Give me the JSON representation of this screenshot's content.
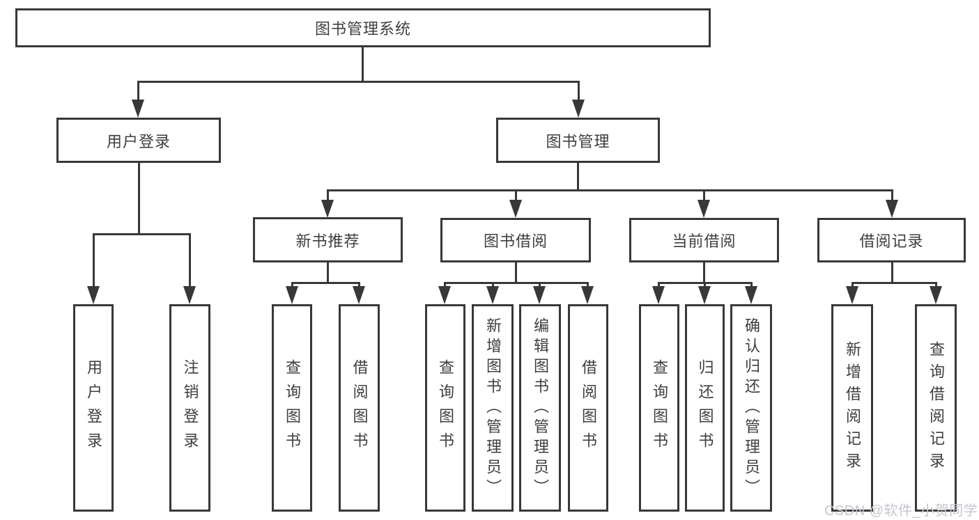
{
  "diagram": {
    "title": "图书管理系统",
    "colors": {
      "line": "#383838",
      "text": "#3e3e3e",
      "background": "#ffffff",
      "watermark": "#c6c6cd"
    },
    "tree": {
      "label": "图书管理系统",
      "children": [
        {
          "label": "用户登录",
          "children": [
            {
              "label": "用户登录"
            },
            {
              "label": "注销登录"
            }
          ]
        },
        {
          "label": "图书管理",
          "children": [
            {
              "label": "新书推荐",
              "children": [
                {
                  "label": "查询图书"
                },
                {
                  "label": "借阅图书"
                }
              ]
            },
            {
              "label": "图书借阅",
              "children": [
                {
                  "label": "查询图书"
                },
                {
                  "label": "新增图书（管理员）"
                },
                {
                  "label": "编辑图书（管理员）"
                },
                {
                  "label": "借阅图书"
                }
              ]
            },
            {
              "label": "当前借阅",
              "children": [
                {
                  "label": "查询图书"
                },
                {
                  "label": "归还图书"
                },
                {
                  "label": "确认归还（管理员）"
                }
              ]
            },
            {
              "label": "借阅记录",
              "children": [
                {
                  "label": "新增借阅记录"
                },
                {
                  "label": "查询借阅记录"
                }
              ]
            }
          ]
        }
      ]
    }
  },
  "watermark": {
    "text": "CSDN @软件_小贺同学"
  }
}
